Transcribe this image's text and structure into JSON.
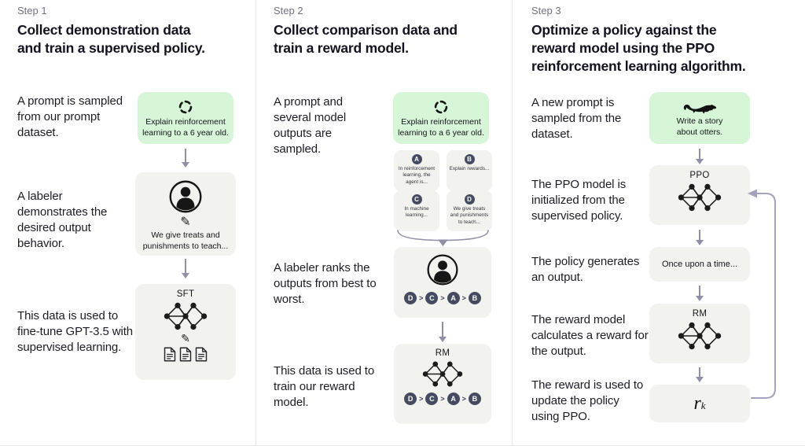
{
  "meta": {
    "colors": {
      "green": "#d7f5d7",
      "grey": "#f2f2ef",
      "chip": "#454b61",
      "arrow": "#8f8fa8",
      "loop": "#a3a3bc",
      "divider": "#e7e7e7"
    },
    "glyphs": {
      "pencil": "✎",
      "ranking_sep": ">"
    },
    "icons": {
      "prompt_step1": "dashed-cycle-icon",
      "prompt_step2": "dashed-cycle-icon",
      "prompt_step3": "otter-icon",
      "labeler": "person-icon",
      "writing": "pencil-icon",
      "data": "documents-icon",
      "model": "neural-network-icon"
    }
  },
  "columns": [
    {
      "step": "Step 1",
      "heading_lines": [
        "Collect demonstration data",
        "and train a supervised policy."
      ],
      "captions": [
        "A prompt is sampled from our prompt dataset.",
        "A labeler demonstrates the desired output behavior.",
        "This data is used to fine-tune GPT-3.5 with supervised learning."
      ],
      "prompt_lines": [
        "Explain reinforcement",
        "learning to a 6 year old."
      ],
      "labeler_lines": [
        "We give treats and",
        "punishments to teach..."
      ],
      "model_label": "SFT"
    },
    {
      "step": "Step 2",
      "heading_lines": [
        "Collect comparison data and",
        "train a reward model."
      ],
      "captions": [
        "A prompt and several model outputs are sampled.",
        "A labeler ranks the outputs from best to worst.",
        "This data is used to train our reward model."
      ],
      "prompt_lines": [
        "Explain reinforcement",
        "learning to a 6 year old."
      ],
      "outputs": [
        {
          "letter": "A",
          "text": "In reinforcement learning, the agent is..."
        },
        {
          "letter": "B",
          "text": "Explain rewards..."
        },
        {
          "letter": "C",
          "text": "In machine learning..."
        },
        {
          "letter": "D",
          "text": "We give treats and punishments to teach..."
        }
      ],
      "ranking": [
        "D",
        "C",
        "A",
        "B"
      ],
      "model_label": "RM"
    },
    {
      "step": "Step 3",
      "heading_lines": [
        "Optimize a policy against the",
        "reward model using the PPO",
        "reinforcement learning algorithm."
      ],
      "captions": [
        "A new prompt is sampled from the dataset.",
        "The PPO model is initialized from the supervised policy.",
        "The policy generates an output.",
        "The reward model calculates a reward for the output.",
        "The reward is used to update the policy using PPO."
      ],
      "prompt_lines": [
        "Write a story",
        "about otters."
      ],
      "ppo_label": "PPO",
      "output_box": "Once upon a time...",
      "rm_label": "RM",
      "reward_symbol": "r",
      "reward_subscript": "k"
    }
  ]
}
